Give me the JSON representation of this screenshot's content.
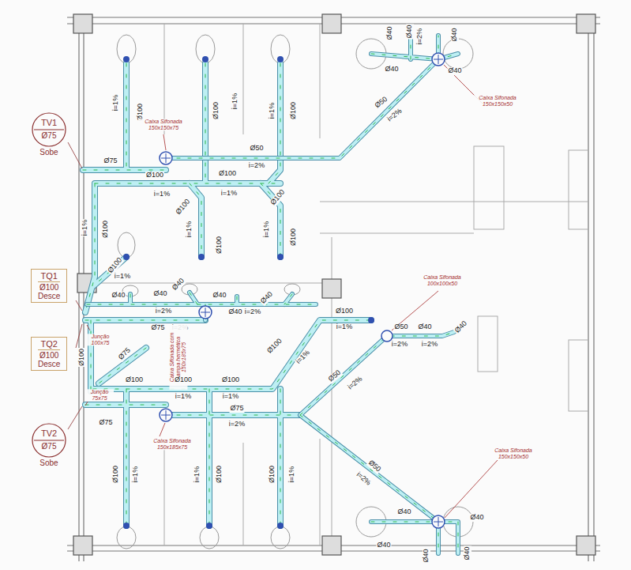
{
  "diagram": {
    "nodes": [
      {
        "text": [
          "TV1",
          "Ø75",
          "Sobe"
        ]
      },
      {
        "text": [
          "TQ1",
          "Ø100",
          "Desce"
        ]
      },
      {
        "text": [
          "TQ2",
          "Ø100",
          "Desce"
        ]
      },
      {
        "text": [
          "TV2",
          "Ø75",
          "Sobe"
        ]
      }
    ],
    "labels": [
      "Ø40",
      "Ø40",
      "i=2%",
      "Ø40",
      "Ø40",
      "Ø40",
      "Caixa Sifonada 150x150x50",
      "Ø50",
      "i=2%",
      "Ø100",
      "i=1%",
      "Ø100",
      "i=1%",
      "Ø100",
      "i=1%",
      "Caixa Sifonada 150x150x75",
      "Ø50",
      "i=2%",
      "Ø75",
      "Ø100",
      "Ø100",
      "i=1%",
      "i=1%",
      "Ø100",
      "Ø100",
      "i=1%",
      "Ø100",
      "i=1%",
      "Ø100",
      "Ø100",
      "i=1%",
      "Ø100",
      "i=1%",
      "Ø40",
      "Ø40",
      "Ø40",
      "Ø40",
      "Ø40",
      "Ø40",
      "i=2%",
      "i=2%",
      "Ø75",
      "i=2%",
      "Caixa Sifonada com tampa hermética 150x185x75",
      "Junção 100x75",
      "Ø100",
      "Ø75",
      "Ø100",
      "i=1%",
      "Caixa Sifonada 100x100x50",
      "Ø50",
      "Ø40",
      "i=2%",
      "i=2%",
      "Ø40",
      "Ø100",
      "i=1%",
      "Ø50",
      "i=2%",
      "Ø100",
      "Ø100",
      "Ø100",
      "i=1%",
      "i=1%",
      "Junção 75x75",
      "Ø75",
      "Ø75",
      "i=2%",
      "Caixa Sifonada 150x185x75",
      "Ø100",
      "i=1%",
      "Ø100",
      "i=1%",
      "Ø100",
      "i=1%",
      "Ø50",
      "i=2%",
      "Caixa Sifonada 150x150x50",
      "Ø40",
      "Ø40",
      "Ø40",
      "Ø40",
      "Ø40"
    ]
  }
}
